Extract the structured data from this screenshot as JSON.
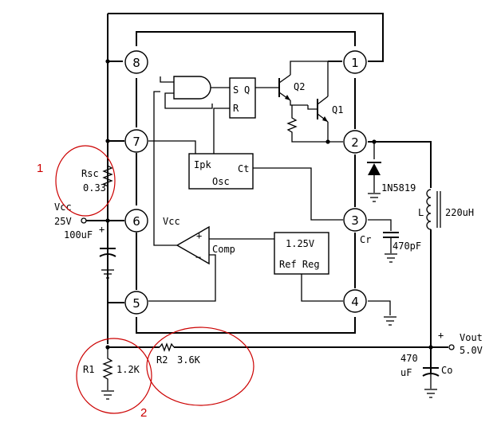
{
  "pins": [
    "8",
    "7",
    "6",
    "5",
    "1",
    "2",
    "3",
    "4"
  ],
  "blocks": {
    "flipflop": {
      "s": "S",
      "q": "Q",
      "r": "R"
    },
    "oscillator": {
      "ipk": "Ipk",
      "osc": "Osc",
      "ct": "Ct"
    },
    "comparator": {
      "plus": "+",
      "minus": "−",
      "label": "Comp"
    },
    "reference": {
      "line1": "1.25V",
      "line2": "Ref Reg"
    },
    "vcc_internal": "Vcc"
  },
  "transistors": {
    "q2": "Q2",
    "q1": "Q1"
  },
  "components": {
    "rsc_label": "Rsc",
    "rsc_value": "0.33",
    "vcc_label": "Vcc",
    "vcc_value": "25V",
    "vcc_cap": "100uF",
    "diode": "1N5819",
    "inductor_label": "L",
    "inductor_value": "220uH",
    "ct_label": "Cr",
    "ct_value": "470pF",
    "r1_label": "R1",
    "r1_value": "1.2K",
    "r2_label": "R2",
    "r2_value": "3.6K",
    "co_value1": "470",
    "co_value2": "uF",
    "co_label": "Co",
    "vout_label": "Vout",
    "vout_value": "5.0V",
    "plus": "+"
  },
  "annotations": [
    "1",
    "2"
  ],
  "colors": {
    "wire": "#000000",
    "annotation": "#cc0000"
  }
}
